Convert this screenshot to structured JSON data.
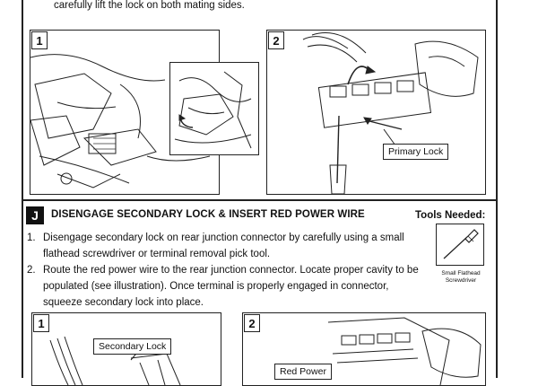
{
  "top_text": "carefully lift the lock on both mating sides.",
  "upper_panels": [
    {
      "number": "1"
    },
    {
      "number": "2",
      "callout": "Primary Lock"
    }
  ],
  "section": {
    "letter": "J",
    "title": "DISENGAGE SECONDARY LOCK & INSERT RED POWER WIRE",
    "tools_label": "Tools Needed:",
    "tool_caption": "Small Flathead Screwdriver",
    "steps": [
      {
        "num": "1.",
        "text": "Disengage secondary lock on rear junction connector by carefully using a small flathead screwdriver or terminal removal pick tool."
      },
      {
        "num": "2.",
        "text": "Route the red power wire to the rear junction connector. Locate proper cavity to be populated (see illustration). Once terminal is properly engaged in connector, squeeze secondary lock into place."
      }
    ]
  },
  "lower_panels": [
    {
      "number": "1",
      "callout": "Secondary Lock"
    },
    {
      "number": "2",
      "callout": "Red Power"
    }
  ]
}
